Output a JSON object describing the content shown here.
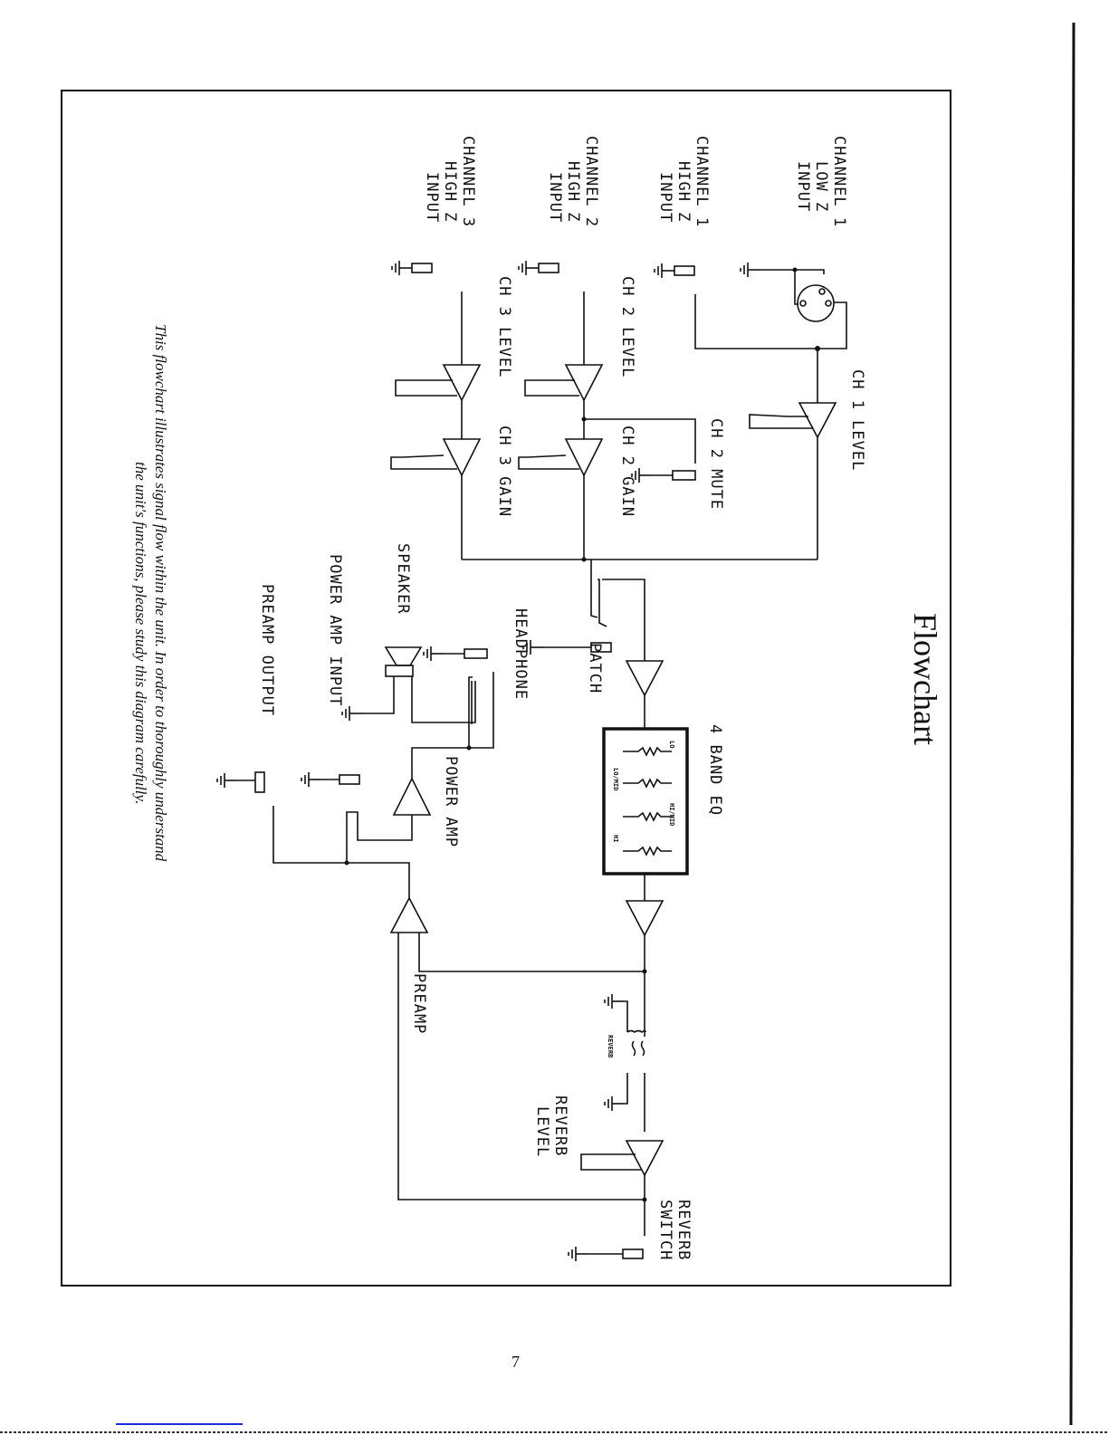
{
  "page": {
    "title": "Flowchart",
    "caption_line1": "This flowchart illustrates signal flow within the unit. In order to thoroughly understand",
    "caption_line2": "the unit's functions, please study this diagram carefully.",
    "page_number": "7"
  },
  "inputs": {
    "ch1_low_z": [
      "CHANNEL 1",
      "LOW Z",
      "INPUT"
    ],
    "ch1_high_z": [
      "CHANNEL 1",
      "HIGH Z",
      "INPUT"
    ],
    "ch2_high_z": [
      "CHANNEL 2",
      "HIGH Z",
      "INPUT"
    ],
    "ch3_high_z": [
      "CHANNEL 3",
      "HIGH Z",
      "INPUT"
    ]
  },
  "controls": {
    "ch1_level": "CH 1 LEVEL",
    "ch2_level": "CH 2 LEVEL",
    "ch2_gain": "CH 2 GAIN",
    "ch2_mute": "CH 2 MUTE",
    "ch3_level": "CH 3 LEVEL",
    "ch3_gain": "CH 3 GAIN",
    "patch": "PATCH",
    "eq": "4 BAND EQ",
    "eq_bands": [
      "LO",
      "LO/MID",
      "HI/MID",
      "HI"
    ],
    "reverb_tank": "REVERB",
    "reverb_level": [
      "REVERB",
      "LEVEL"
    ],
    "reverb_switch": [
      "REVERB",
      "SWITCH"
    ],
    "preamp": "PREAMP",
    "power_amp": "POWER AMP",
    "headphone": "HEADPHONE",
    "speaker": "SPEAKER",
    "power_amp_input": "POWER AMP INPUT",
    "preamp_output": "PREAMP OUTPUT"
  }
}
